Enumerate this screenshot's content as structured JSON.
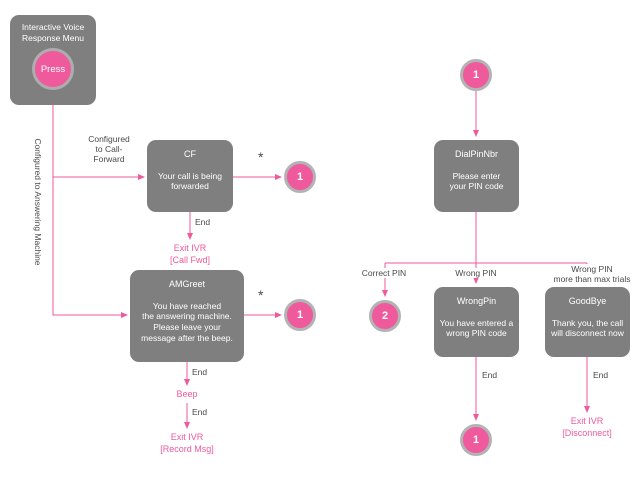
{
  "colors": {
    "node_fill": "#7f7f7f",
    "accent_pink": "#ef5a9c",
    "circle_ring": "#b3b3b3",
    "edge_label_text": "#4a4a4a",
    "background": "#ffffff"
  },
  "start_node": {
    "title": "Interactive Voice\nResponse Menu",
    "press_label": "Press"
  },
  "nodes": {
    "cf": {
      "title": "CF",
      "body": "Your call is being\nforwarded"
    },
    "amgreet": {
      "title": "AMGreet",
      "body": "You have reached\nthe answering machine.\nPlease leave your\nmessage after the beep."
    },
    "dialpinnbr": {
      "title": "DialPinNbr",
      "body": "Please enter\nyour PIN code"
    },
    "wrongpin": {
      "title": "WrongPin",
      "body": "You have entered a\nwrong PIN code"
    },
    "goodbye": {
      "title": "GoodBye",
      "body": "Thank you, the call\nwill disconnect now"
    }
  },
  "connector_circles": {
    "top_right": "1",
    "after_cf": "1",
    "after_amgreet": "1",
    "correct_pin": "2",
    "after_wrongpin": "1"
  },
  "edge_labels": {
    "configured_call_forward": "Configured\nto Call-\nForward",
    "configured_answering_machine": "Configured to Answering Machine",
    "star_cf": "*",
    "star_amgreet": "*",
    "end_cf": "End",
    "end_amgreet": "End",
    "end_beep": "End",
    "end_wrongpin": "End",
    "end_goodbye": "End",
    "correct_pin": "Correct PIN",
    "wrong_pin": "Wrong PIN",
    "wrong_pin_max_trials": "Wrong PIN\nmore than max trials"
  },
  "exit_labels": {
    "call_fwd": "Exit IVR\n[Call Fwd]",
    "beep": "Beep",
    "record_msg": "Exit IVR\n[Record Msg]",
    "disconnect": "Exit IVR\n[Disconnect]"
  }
}
